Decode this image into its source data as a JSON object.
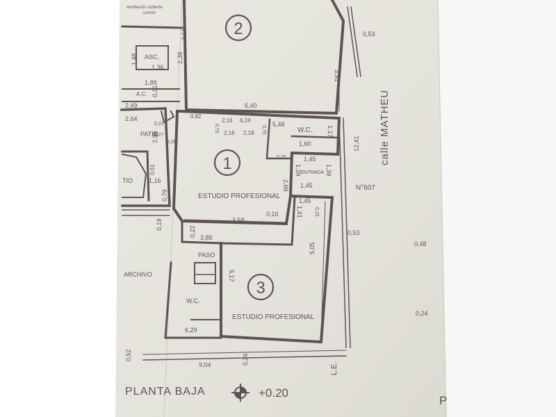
{
  "plan": {
    "street": "calle MATHEU",
    "street_number": "N°607",
    "footer_label": "PLANTA BAJA",
    "footer_level": "+0.20",
    "footer_edge_letter": "P",
    "le_mark": "L.E.",
    "rooms": {
      "r1_number": "1",
      "r2_number": "2",
      "r3_number": "3",
      "r1_name": "ESTUDIO PROFESIONAL",
      "r3_name": "ESTUDIO PROFESIONAL",
      "wc_top": "W.C.",
      "wc_bottom": "W.C.",
      "entrada": "ENTRADA",
      "paso": "PASO",
      "archivo": "ARCHIVO",
      "patio": "PATIO",
      "patio_left": "TIO",
      "asc": "ASC.",
      "ac": "A.C.",
      "top_note_1": "ventilación cubierta",
      "top_note_2": "común"
    },
    "dims": {
      "d_053_top": "0,53",
      "d_391": "3,91",
      "d_640": "6,40",
      "d_249": "2,49",
      "d_264": "2,64",
      "d_021": "0,21",
      "d_189": "1,89",
      "d_136": "1,36",
      "d_148": "1,48",
      "d_261": "2,61",
      "d_238": "2,38",
      "d_082": "0,82",
      "d_216a": "2,16",
      "d_624": "6,24",
      "d_216b": "2,16",
      "d_218": "2,18",
      "d_075a": "0,75",
      "d_075b": "0,75",
      "d_548": "5,48",
      "d_160": "1,60",
      "d_117": "1,17",
      "d_1241": "12,41",
      "d_015": "0,15",
      "d_145a": "1,45",
      "d_139a": "1,39",
      "d_139b": "1,39",
      "d_145b": "1,45",
      "d_289": "2,89",
      "d_145c": "1,45",
      "d_141": "1,41",
      "d_015b": "0,15",
      "d_053_mid": "0,53",
      "d_048": "0,48",
      "d_024": "0,24",
      "d_296": "2,96",
      "d_028": "0,28",
      "d_061": "0,61",
      "d_116": "1,16",
      "d_079": "0,79",
      "d_019": "0,19",
      "d_358": "3,58",
      "d_016": "0,16",
      "d_022": "0,22",
      "d_389": "3,89",
      "d_517": "5,17",
      "d_505": "5,05",
      "d_629": "6,29",
      "d_052": "0,52",
      "d_904": "9,04",
      "d_026": "0,26",
      "d_027": "0,27",
      "d_021b": "0,21"
    }
  }
}
